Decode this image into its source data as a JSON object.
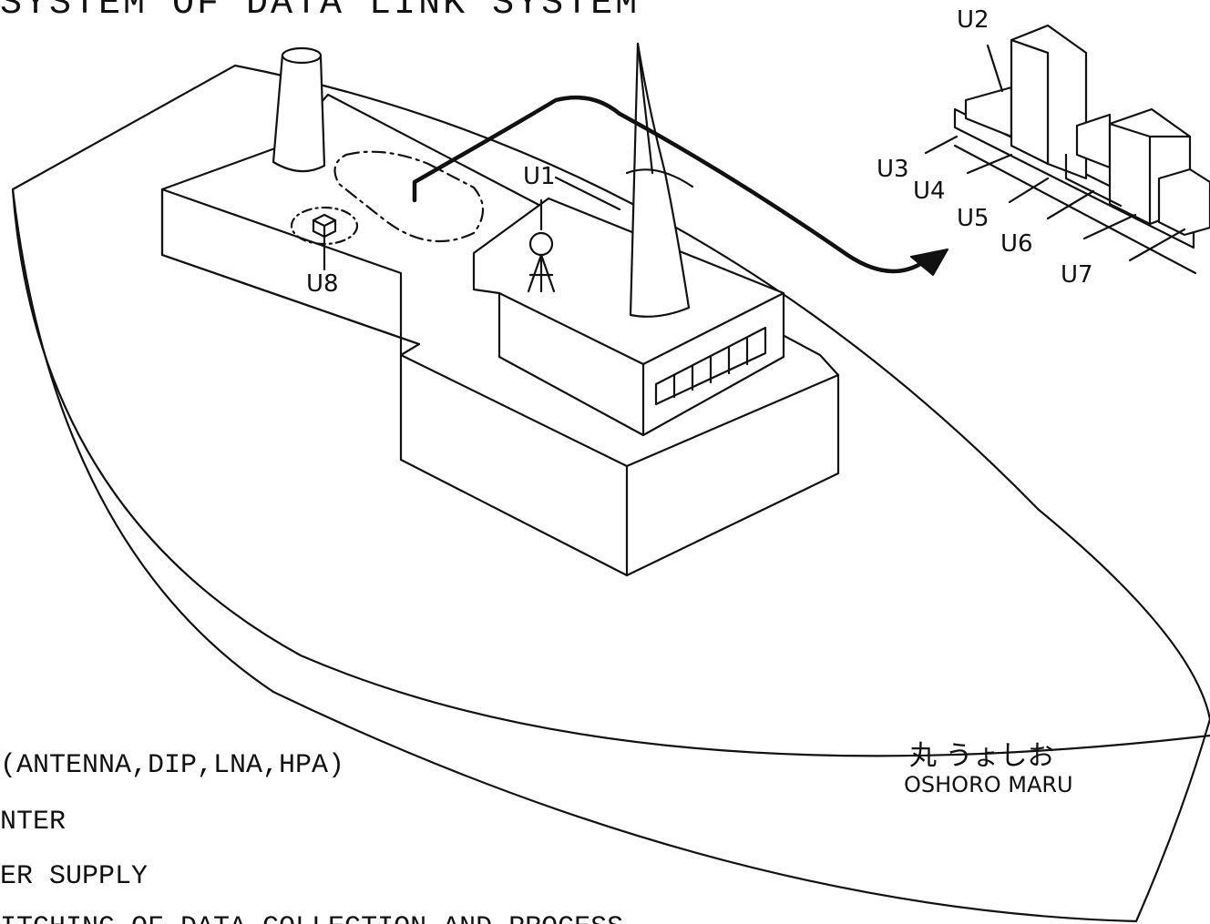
{
  "title": "SYSTEM OF DATA LINK SYSTEM",
  "ship": {
    "name_japanese": "丸 うょしお",
    "name_english": "OSHORO MARU"
  },
  "unit_labels": [
    "U1",
    "U2",
    "U3",
    "U4",
    "U5",
    "U6",
    "U7",
    "U8"
  ],
  "legend": [
    "(ANTENNA,DIP,LNA,HPA)",
    "NTER",
    "ER SUPPLY",
    "ITCHING OF DATA COLLECTION AND PROCESS"
  ],
  "colors": {
    "line": "#111111",
    "background": "#ffffff"
  }
}
